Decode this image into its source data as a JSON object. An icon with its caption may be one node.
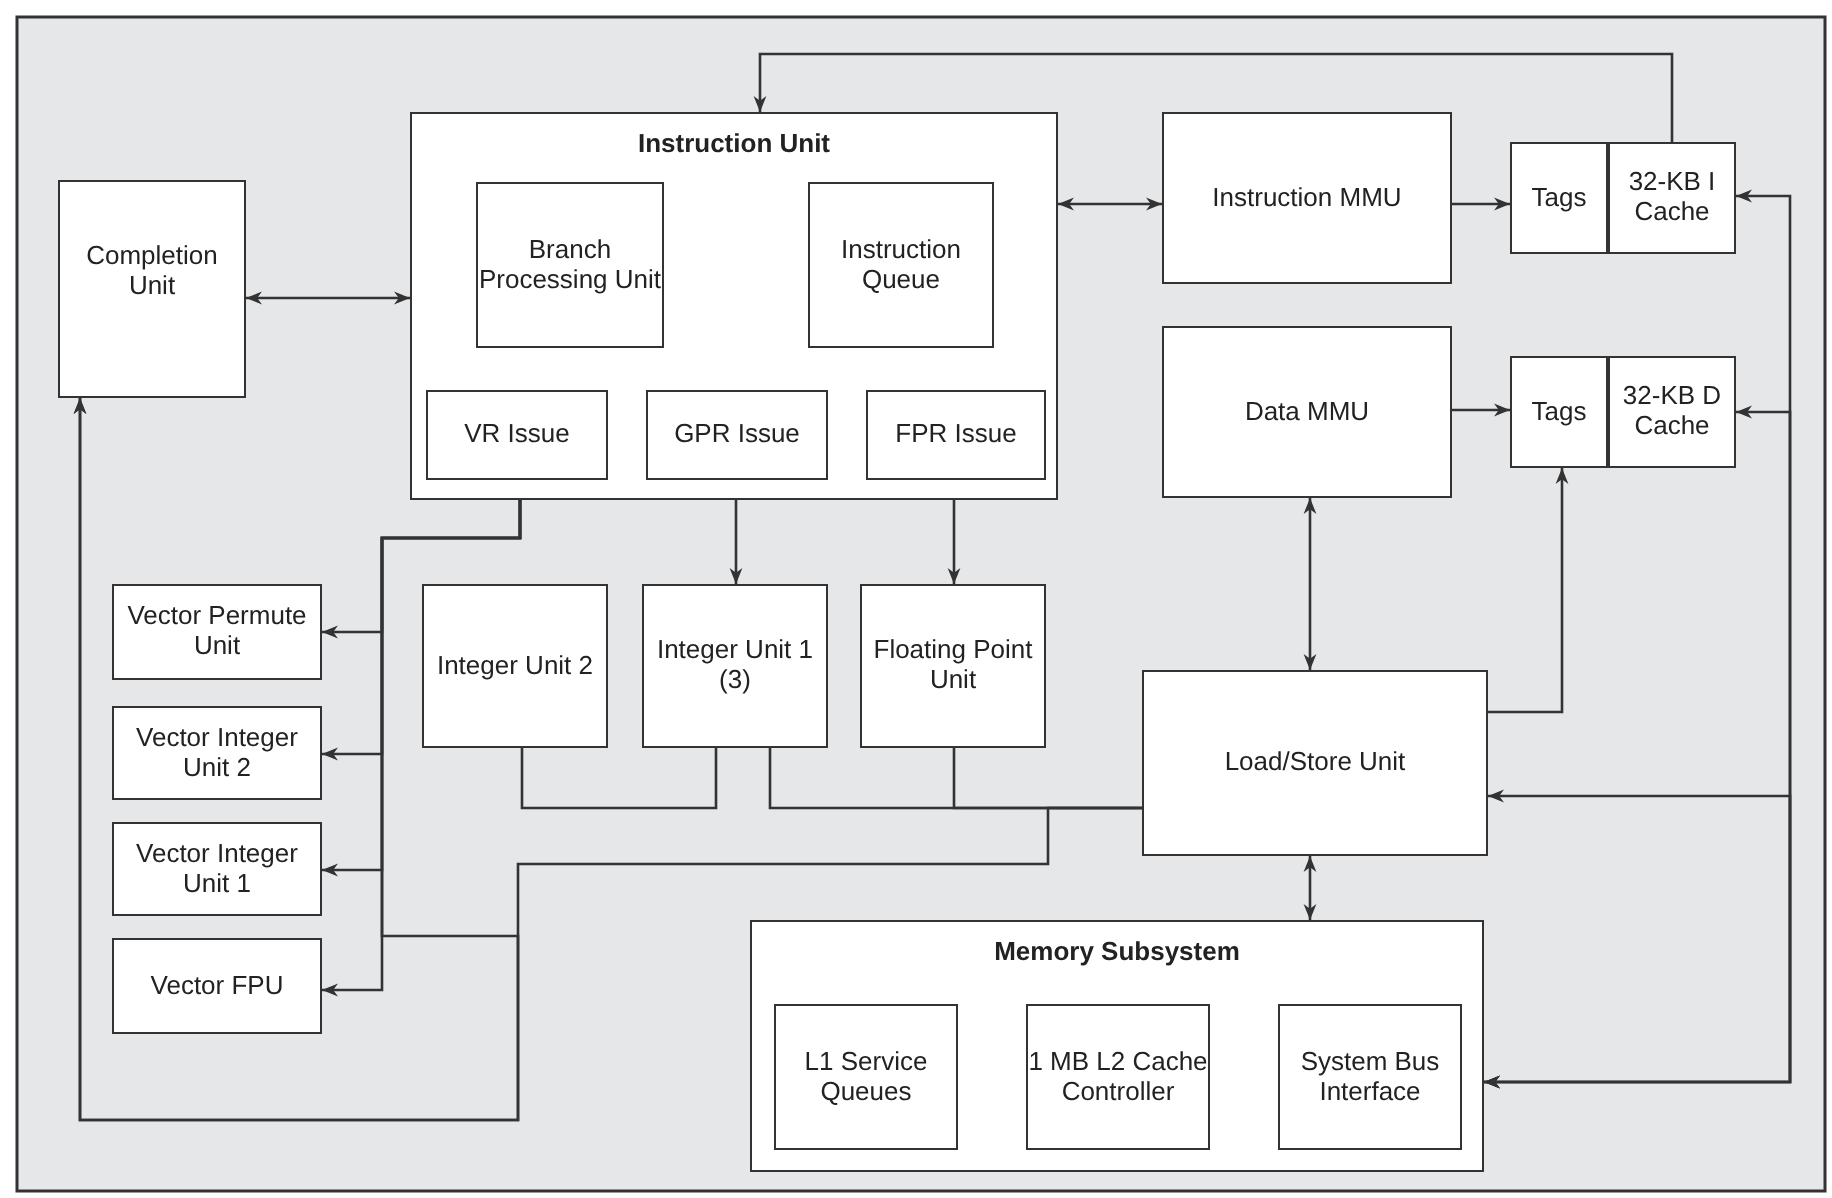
{
  "diagram": {
    "nodes": [
      {
        "text": [
          "Instruction Unit"
        ]
      },
      {
        "text": [
          "Branch Processing Unit"
        ],
        "in": 0
      },
      {
        "text": [
          "Instruction Queue"
        ],
        "in": 0
      },
      {
        "text": [
          "VR Issue"
        ],
        "in": 0
      },
      {
        "text": [
          "GPR Issue"
        ],
        "in": 0
      },
      {
        "text": [
          "FPR Issue"
        ],
        "in": 0
      },
      {
        "text": [
          "Completion Unit"
        ]
      },
      {
        "text": [
          "Instruction MMU"
        ]
      },
      {
        "text": [
          "Tags"
        ]
      },
      {
        "text": [
          "32-KB I Cache"
        ]
      },
      {
        "text": [
          "Data MMU"
        ]
      },
      {
        "text": [
          "Tags"
        ]
      },
      {
        "text": [
          "32-KB D Cache"
        ]
      },
      {
        "text": [
          "Vector Permute Unit"
        ]
      },
      {
        "text": [
          "Vector Integer Unit 2"
        ]
      },
      {
        "text": [
          "Vector Integer Unit 1"
        ]
      },
      {
        "text": [
          "Vector FPU"
        ]
      },
      {
        "text": [
          "Integer Unit 2"
        ]
      },
      {
        "text": [
          "Integer Unit 1 (3)"
        ]
      },
      {
        "text": [
          "Floating Point Unit"
        ]
      },
      {
        "text": [
          "Load/Store Unit"
        ]
      },
      {
        "text": [
          "Memory Subsystem"
        ]
      },
      {
        "text": [
          "L1 Service Queues"
        ],
        "in": 21
      },
      {
        "text": [
          "1 MB L2 Cache Controller"
        ],
        "in": 21
      },
      {
        "text": [
          "System Bus Interface"
        ],
        "in": 21
      }
    ],
    "edges": [
      {
        "from": 9,
        "to": 0,
        "arrow": "to"
      },
      {
        "from": 6,
        "to": 0,
        "arrow": "both"
      },
      {
        "from": 0,
        "to": 7,
        "arrow": "both"
      },
      {
        "from": 7,
        "to": 8,
        "arrow": "to"
      },
      {
        "from": 10,
        "to": 11,
        "arrow": "to"
      },
      {
        "from": 10,
        "to": 20,
        "arrow": "both"
      },
      {
        "from": 20,
        "to": 11,
        "arrow": "to"
      },
      {
        "from": 21,
        "to": 9,
        "arrow": "both"
      },
      {
        "from": 21,
        "to": 12,
        "arrow": "both"
      },
      {
        "from": 21,
        "to": 20,
        "arrow": "both"
      },
      {
        "from": 20,
        "to": 21,
        "arrow": "both"
      },
      {
        "from": 0,
        "to": 13,
        "arrow": "to"
      },
      {
        "from": 0,
        "to": 14,
        "arrow": "to"
      },
      {
        "from": 0,
        "to": 15,
        "arrow": "to"
      },
      {
        "from": 0,
        "to": 16,
        "arrow": "to"
      },
      {
        "from": 0,
        "to": 18,
        "arrow": "to"
      },
      {
        "from": 0,
        "to": 19,
        "arrow": "to"
      },
      {
        "from": 17,
        "to": 18,
        "arrow": "none"
      },
      {
        "from": 18,
        "to": 20,
        "arrow": "none"
      },
      {
        "from": 19,
        "to": 20,
        "arrow": "none"
      },
      {
        "from": 20,
        "to": 6,
        "arrow": "to"
      },
      {
        "from": 0,
        "to": 6,
        "arrow": "to"
      }
    ]
  }
}
